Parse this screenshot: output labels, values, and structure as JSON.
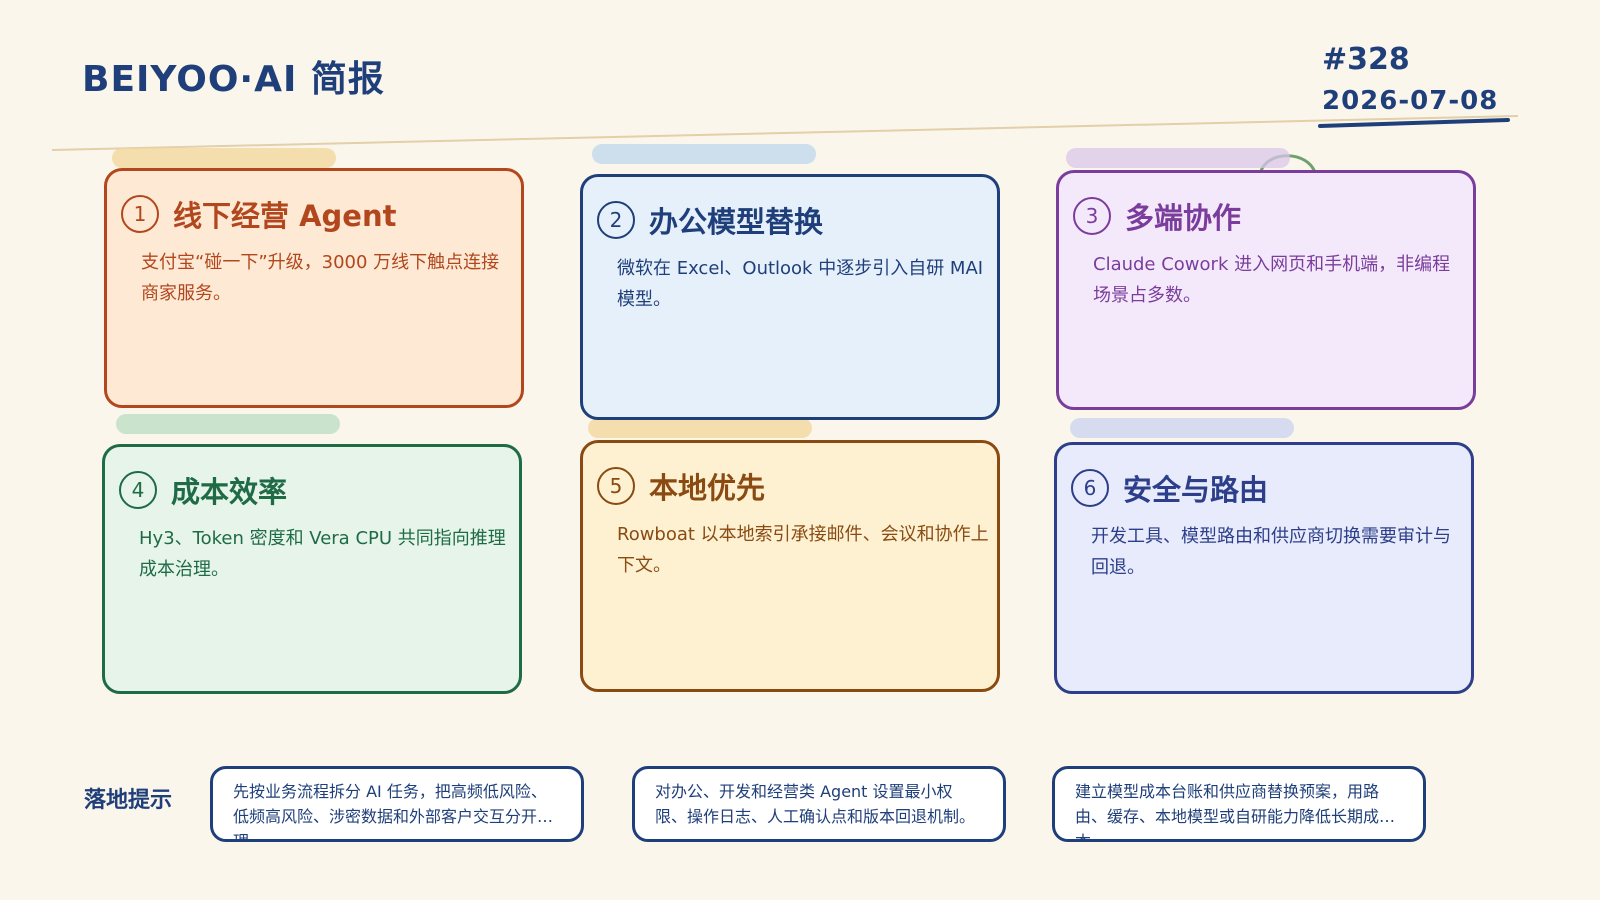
{
  "header": {
    "title": "BEIYOO·AI 简报",
    "issue": "#328",
    "date": "2026-07-08"
  },
  "cards": [
    {
      "num": "1",
      "title": "线下经营 Agent",
      "body": "支付宝“碰一下”升级，3000 万线下触点连接商家服务。",
      "color": "#b2471e",
      "bg": "#fde9d4"
    },
    {
      "num": "2",
      "title": "办公模型替换",
      "body": "微软在 Excel、Outlook 中逐步引入自研 MAI 模型。",
      "color": "#1f3f7a",
      "bg": "#e6f0fb"
    },
    {
      "num": "3",
      "title": "多端协作",
      "body": "Claude Cowork 进入网页和手机端，非编程场景占多数。",
      "color": "#7a3d9c",
      "bg": "#f4e9fb"
    },
    {
      "num": "4",
      "title": "成本效率",
      "body": "Hy3、Token 密度和 Vera CPU 共同指向推理成本治理。",
      "color": "#1f6b46",
      "bg": "#e6f4ea"
    },
    {
      "num": "5",
      "title": "本地优先",
      "body": "Rowboat 以本地索引承接邮件、会议和协作上下文。",
      "color": "#8a4b12",
      "bg": "#fdf1d2"
    },
    {
      "num": "6",
      "title": "安全与路由",
      "body": "开发工具、模型路由和供应商切换需要审计与回退。",
      "color": "#2d3f8a",
      "bg": "#e8ebfb"
    }
  ],
  "tips": {
    "label": "落地提示",
    "items": [
      "先按业务流程拆分 AI 任务，把高频低风险、低频高风险、涉密数据和外部客户交互分开管理。",
      "对办公、开发和经营类 Agent 设置最小权限、操作日志、人工确认点和版本回退机制。",
      "建立模型成本台账和供应商替换预案，用路由、缓存、本地模型或自研能力降低长期成本。"
    ]
  },
  "colors": {
    "ink": "#1f3f7a",
    "paper": "#fbf6ec"
  }
}
